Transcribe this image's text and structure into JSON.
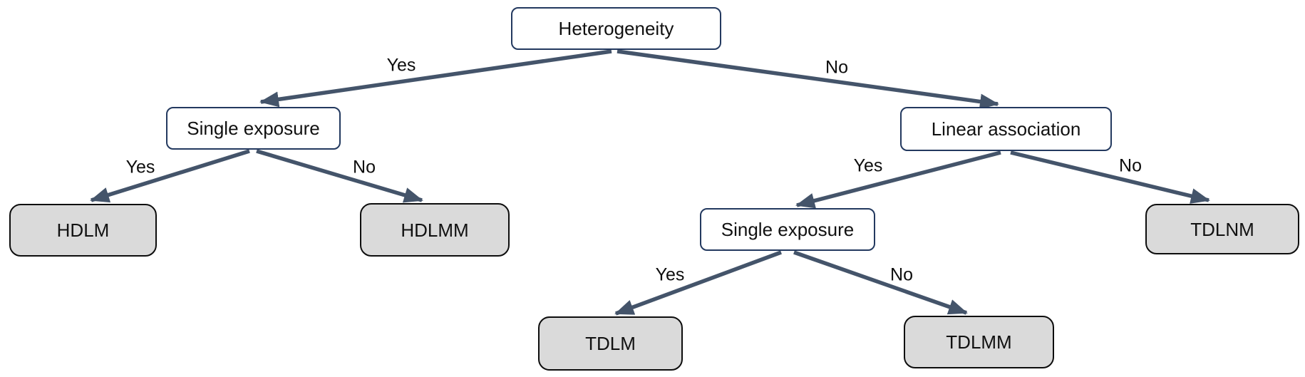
{
  "diagram": {
    "type": "decision-tree",
    "colors": {
      "arrow": "#44546A",
      "decision_box_border": "#23395F",
      "decision_box_fill": "#FFFFFF",
      "leaf_box_fill": "#DADADA",
      "leaf_box_border": "#0D0D0D",
      "text": "#111111"
    },
    "tree": {
      "root": {
        "label": "Heterogeneity",
        "yes": {
          "label": "Single exposure",
          "yes": {
            "label": "HDLM"
          },
          "no": {
            "label": "HDLMM"
          }
        },
        "no": {
          "label": "Linear association",
          "yes": {
            "label": "Single exposure",
            "yes": {
              "label": "TDLM"
            },
            "no": {
              "label": "TDLMM"
            }
          },
          "no": {
            "label": "TDLNM"
          }
        }
      }
    },
    "edge_labels": {
      "root_yes": "Yes",
      "root_no": "No",
      "left_yes": "Yes",
      "left_no": "No",
      "right_yes": "Yes",
      "right_no": "No",
      "bottom_yes": "Yes",
      "bottom_no": "No"
    }
  }
}
